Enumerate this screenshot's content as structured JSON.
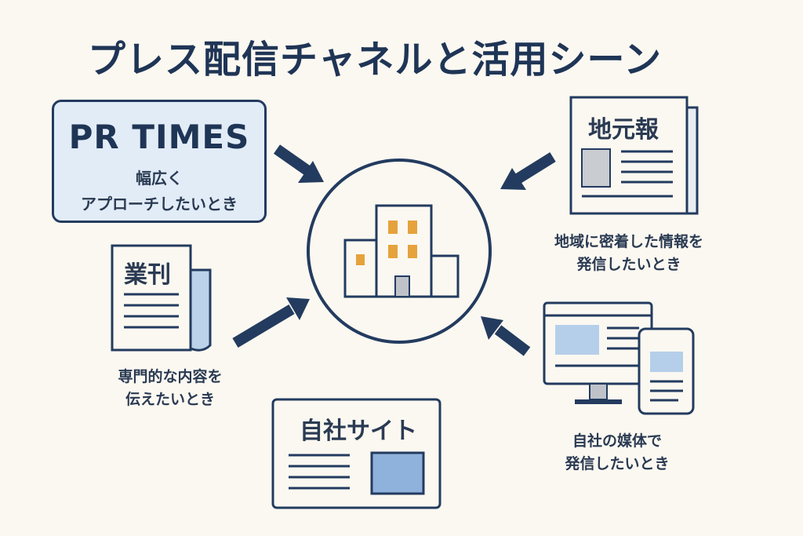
{
  "title": "プレス配信チャネルと活用シーン",
  "prtimes": {
    "logo": "PR TIMES",
    "line1": "幅広く",
    "line2": "アプローチしたいとき"
  },
  "local_paper": {
    "label": "地元報",
    "caption_line1": "地域に密着した情報を",
    "caption_line2": "発信したいとき"
  },
  "trade_paper": {
    "label": "業刊",
    "caption_line1": "専門的な内容を",
    "caption_line2": "伝えたいとき"
  },
  "owned_media": {
    "caption_line1": "自社の媒体で",
    "caption_line2": "発信したいとき"
  },
  "own_site": {
    "label": "自社サイト"
  },
  "colors": {
    "navy": "#233b5f",
    "accent_orange": "#e6a23c",
    "light_blue": "#b5cfea",
    "background": "#fbf8f1"
  },
  "icons": [
    "company-building-icon",
    "newspaper-icon",
    "monitor-icon",
    "smartphone-icon",
    "arrow-icon"
  ]
}
